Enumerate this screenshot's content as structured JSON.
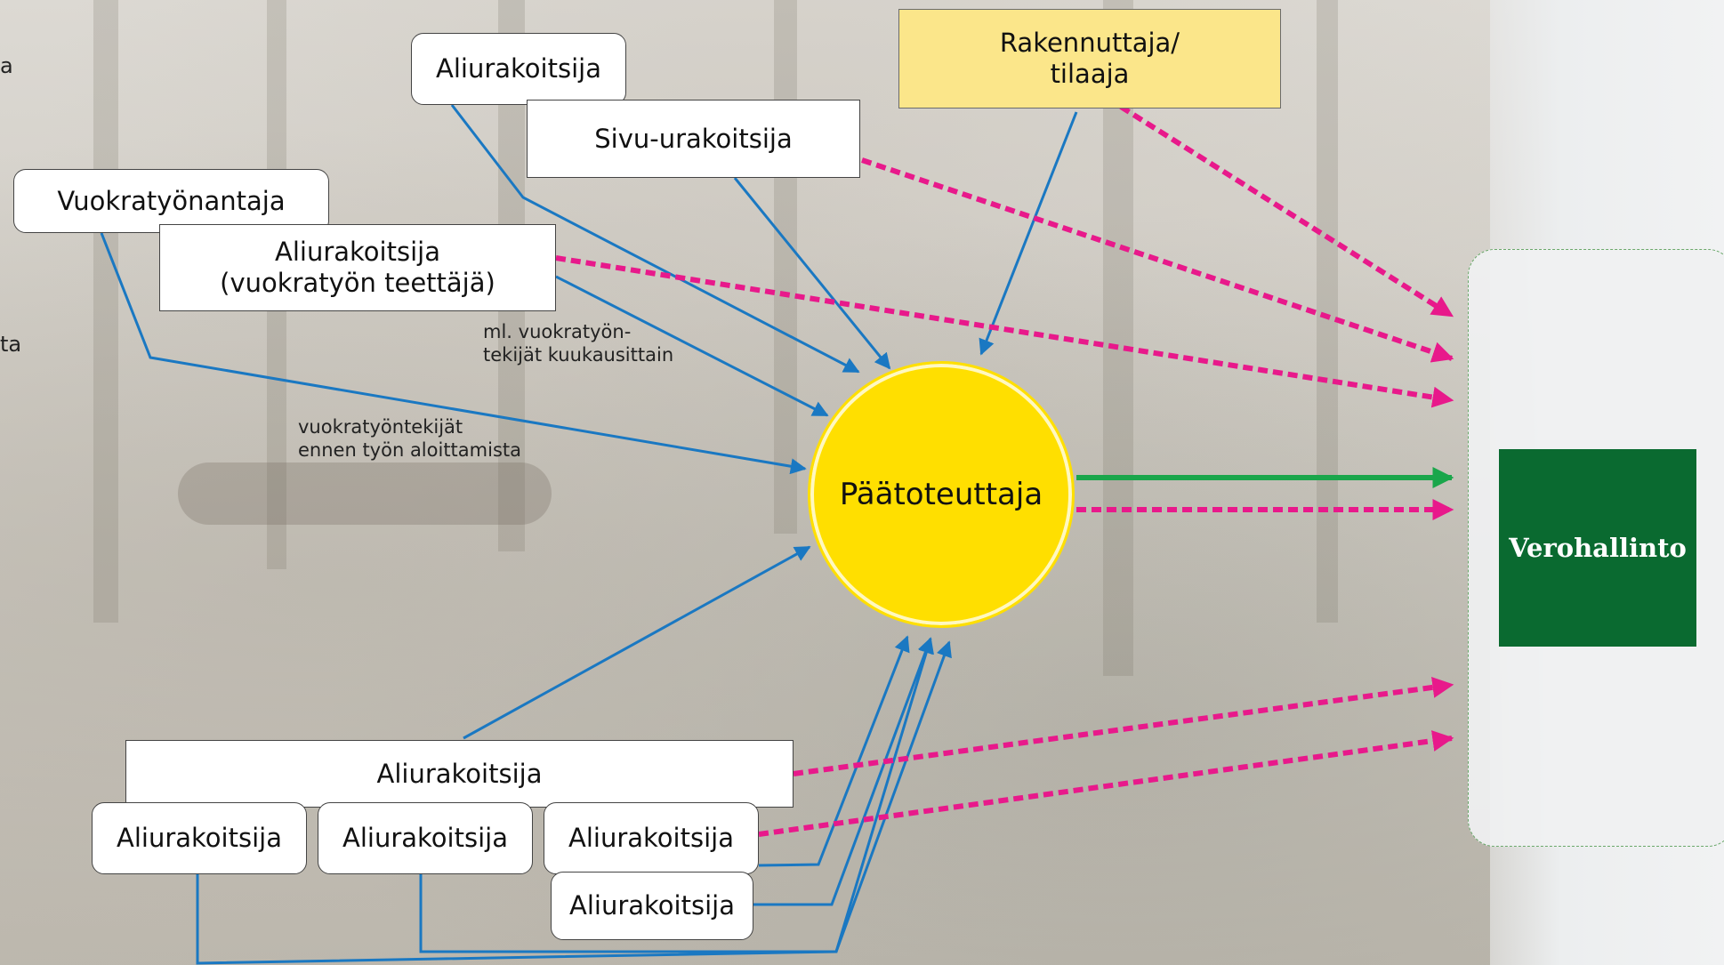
{
  "nodes": {
    "client": {
      "line1": "Rakennuttaja/",
      "line2": "tilaaja"
    },
    "side_contractor": "Sivu-urakoitsija",
    "subcontractor_top": "Aliurakoitsija",
    "staffing_agency": "Vuokratyönantaja",
    "subcontractor_hiring": {
      "line1": "Aliurakoitsija",
      "line2": "(vuokratyön teettäjä)"
    },
    "main_contractor": "Päätoteuttaja",
    "subcontractor_bottom_main": "Aliurakoitsija",
    "subcontractor_bottom_1": "Aliurakoitsija",
    "subcontractor_bottom_2": "Aliurakoitsija",
    "subcontractor_bottom_3": "Aliurakoitsija",
    "subcontractor_bottom_4": "Aliurakoitsija",
    "tax_administration": "Verohallinto"
  },
  "notes": {
    "monthly": {
      "line1": "ml. vuokratyön-",
      "line2": "tekijät kuukausittain"
    },
    "before_work": {
      "line1": "vuokratyöntekijät",
      "line2": "ennen työn aloittamista"
    }
  },
  "edge_fragments": {
    "top": "a",
    "middle": "ta"
  },
  "colors": {
    "client_fill": "#fbe68a",
    "main_contractor_fill": "#ffdf00",
    "tax_fill": "#0a6a30",
    "blue_arrow": "#1a78c2",
    "magenta_arrow": "#e8198b",
    "green_arrow": "#1aa64b"
  }
}
